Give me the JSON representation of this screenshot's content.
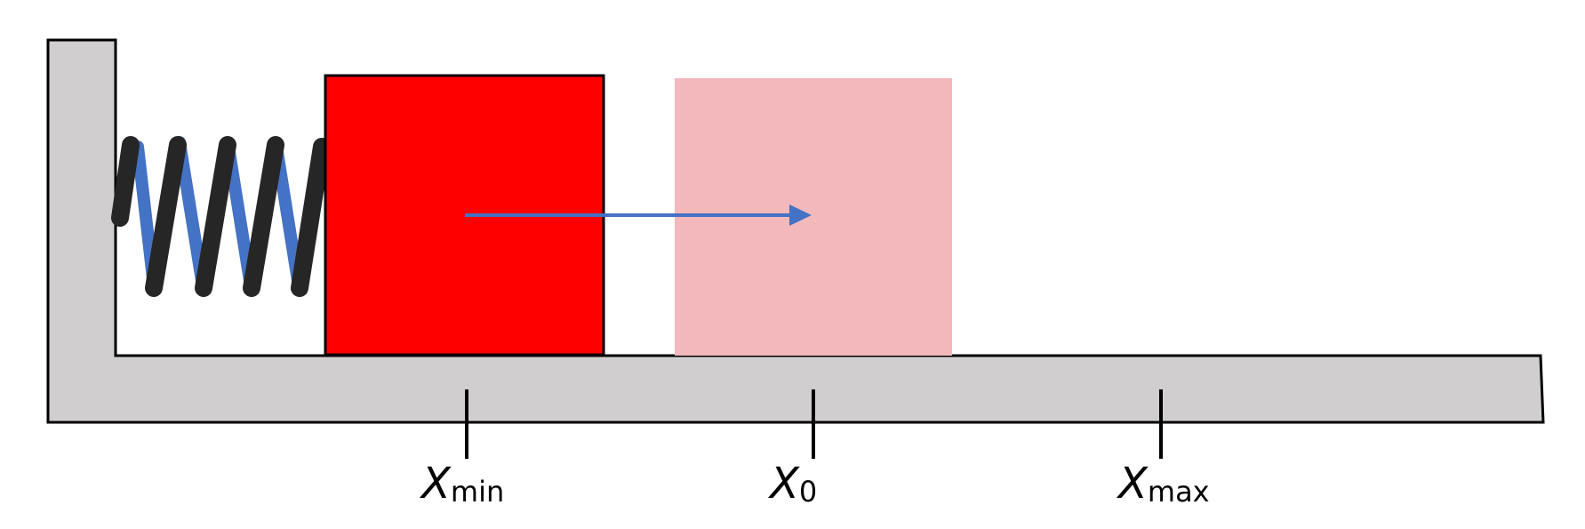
{
  "diagram": {
    "description_free": true,
    "colors": {
      "wall": "#d0cecf",
      "outline": "#000000",
      "block": "#ff0000",
      "ghost_block": "#f2b8bb",
      "spring_back": "#4472c4",
      "spring_front": "#262626",
      "arrow": "#4472c4"
    },
    "markers": [
      {
        "id": "xmin",
        "variable": "X",
        "subscript": "min"
      },
      {
        "id": "x0",
        "variable": "X",
        "subscript": "0"
      },
      {
        "id": "xmax",
        "variable": "X",
        "subscript": "max"
      }
    ]
  }
}
